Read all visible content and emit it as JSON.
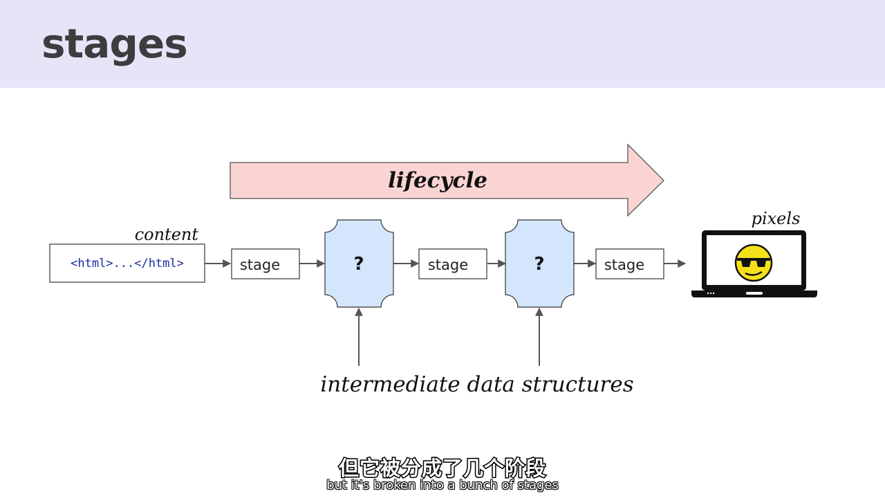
{
  "slide": {
    "title": "stages"
  },
  "diagram": {
    "lifecycle_label": "lifecycle",
    "content_label": "content",
    "html_code": "<html>...</html>",
    "stages": [
      "stage",
      "stage",
      "stage"
    ],
    "data_structures": [
      "?",
      "?"
    ],
    "intermediate_label": "intermediate data structures",
    "pixels_label": "pixels",
    "output_icon": "laptop-with-sunglasses-smiley-icon"
  },
  "subtitles": {
    "chinese": "但它被分成了几个阶段",
    "english": "but it's broken into a bunch of stages"
  },
  "colors": {
    "header_band": "#e8e4f8",
    "lifecycle_arrow": "#fad4d2",
    "data_structure_fill": "#d4e6fc",
    "smiley": "#f5e11a"
  }
}
